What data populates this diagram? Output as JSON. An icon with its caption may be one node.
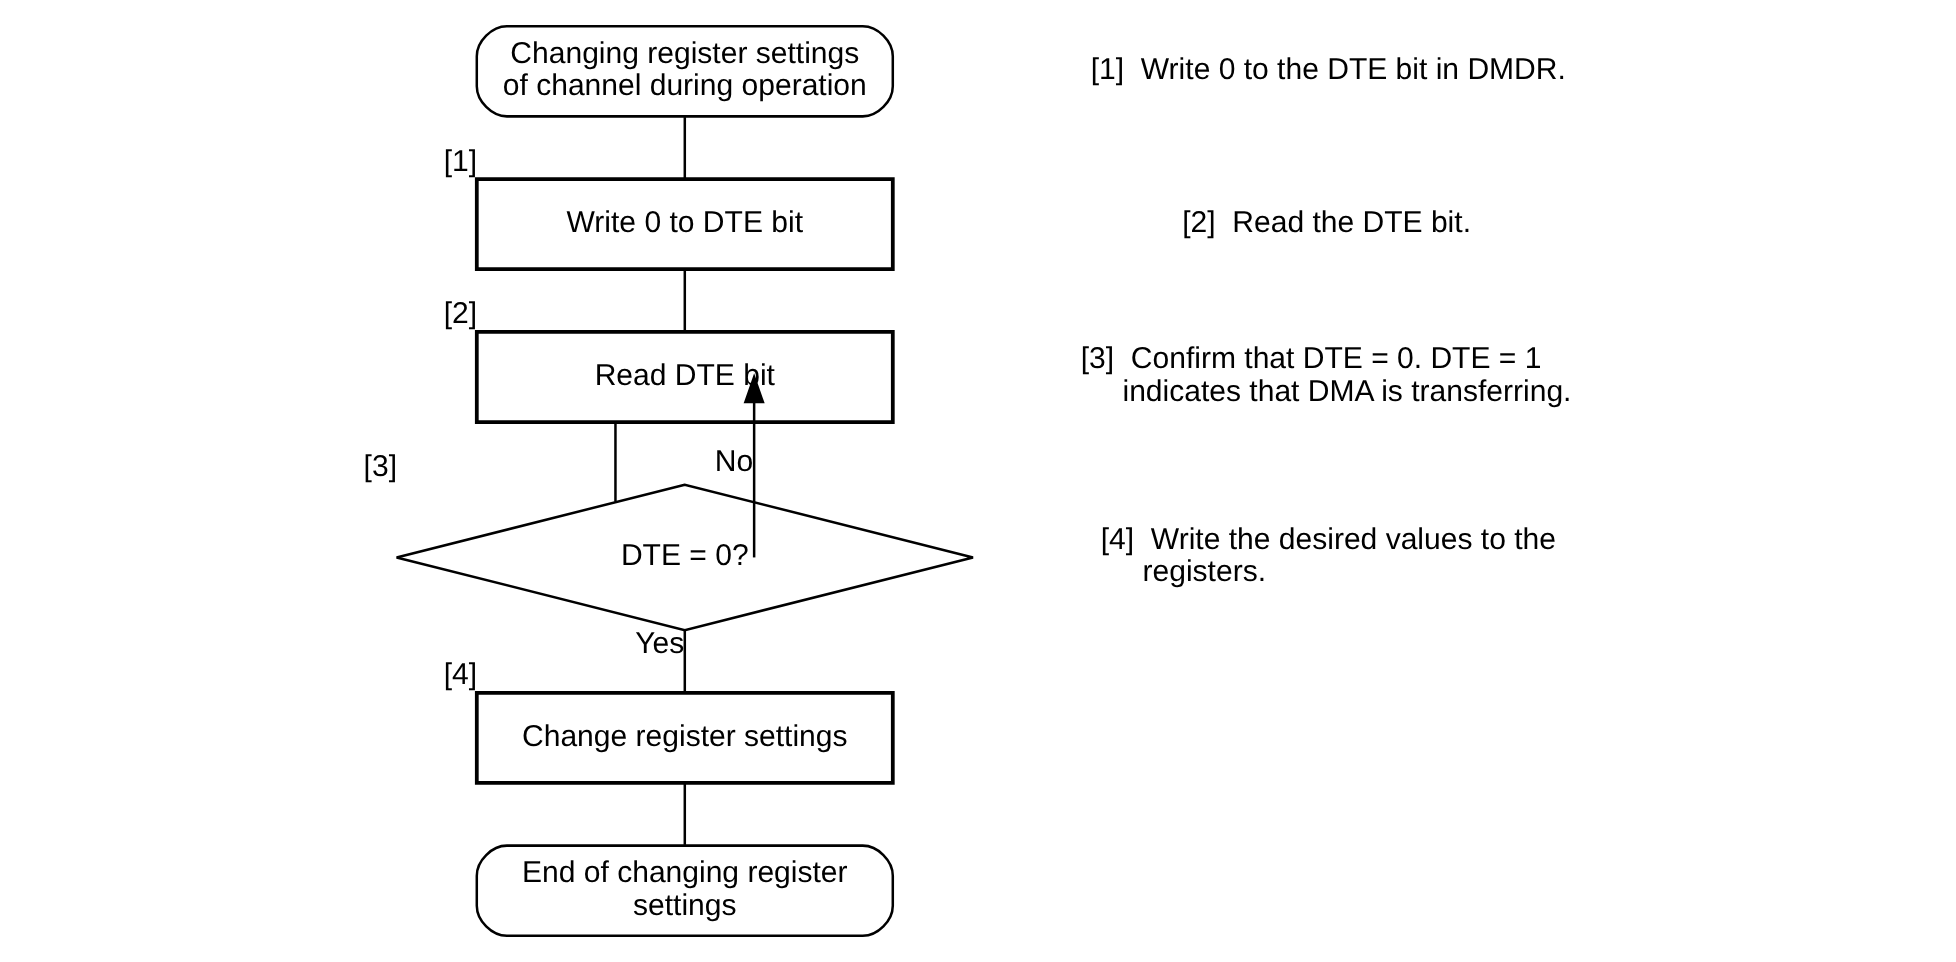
{
  "diagram": {
    "nodes": [
      {
        "text": [
          "Changing register settings of channel during operation"
        ]
      },
      {
        "text": [
          "Write 0 to DTE bit"
        ],
        "beside": [
          "[1]"
        ]
      },
      {
        "text": [
          "Read DTE bit"
        ],
        "beside": [
          "[2]"
        ]
      },
      {
        "text": [
          "DTE = 0?"
        ],
        "beside": [
          "[3]"
        ]
      },
      {
        "text": [
          "Change register settings"
        ],
        "beside": [
          "[4]"
        ]
      },
      {
        "text": [
          "End of changing register settings"
        ]
      }
    ],
    "edges": [
      {
        "from": 0,
        "to": 1,
        "arrow": "none"
      },
      {
        "from": 1,
        "to": 2,
        "arrow": "none"
      },
      {
        "from": 2,
        "to": 3,
        "arrow": "none"
      },
      {
        "from": 3,
        "to": 2,
        "arrow": "to",
        "label": "No"
      },
      {
        "from": 3,
        "to": 4,
        "arrow": "none",
        "label": "Yes"
      },
      {
        "from": 4,
        "to": 5,
        "arrow": "none"
      }
    ],
    "labels": [
      "[1]  Write 0 to the DTE bit in DMDR.",
      "[2]  Read the DTE bit.",
      "[3]  Confirm that DTE = 0. DTE = 1 indicates that DMA is transferring.",
      "[4]  Write the desired values to the registers."
    ]
  }
}
